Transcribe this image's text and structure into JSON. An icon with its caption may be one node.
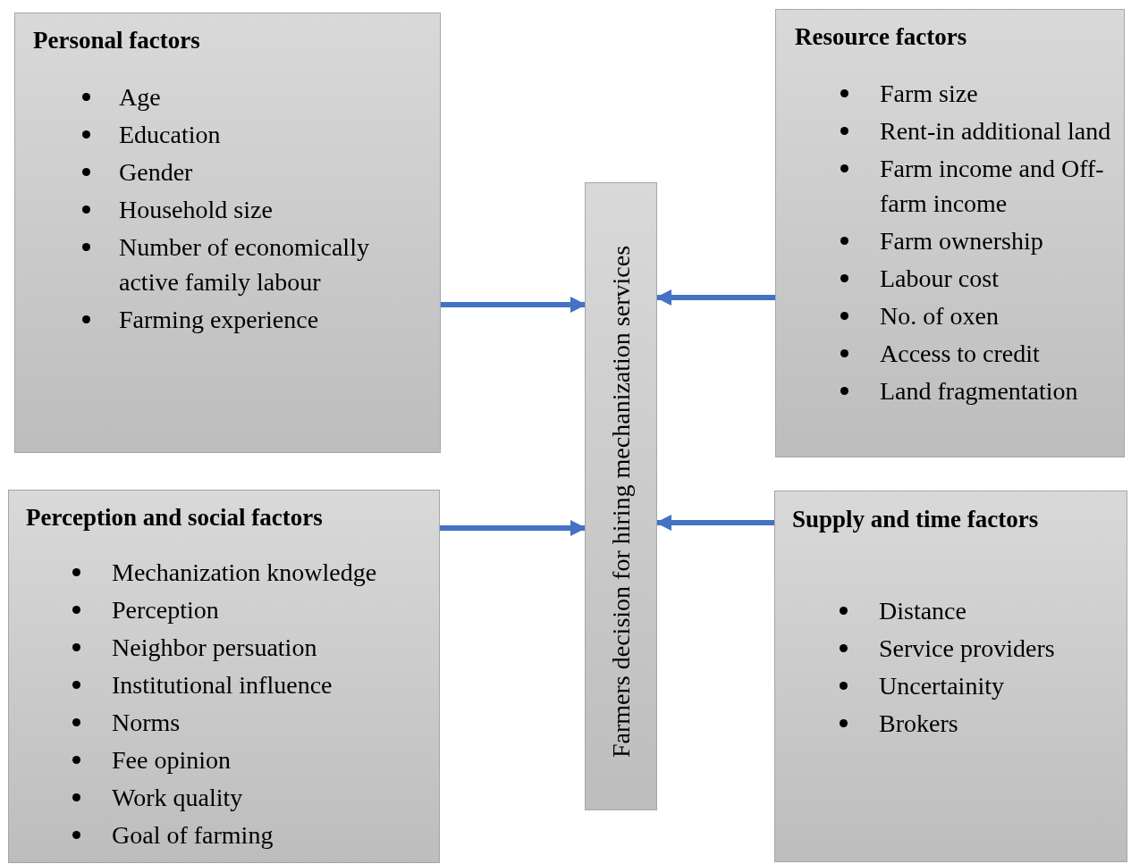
{
  "diagram": {
    "nodes": [
      {
        "text": [
          "Personal factors",
          "Age",
          "Education",
          "Gender",
          "Household size",
          "Number of economically active family labour",
          "Farming experience"
        ]
      },
      {
        "text": [
          "Resource factors",
          "Farm size",
          "Rent-in additional land",
          "Farm income and Off-farm income",
          "Farm ownership",
          "Labour cost",
          "No. of oxen",
          "Access to credit",
          "Land fragmentation"
        ]
      },
      {
        "text": [
          "Farmers decision for hiring mechanization services"
        ]
      },
      {
        "text": [
          "Perception and social factors",
          "Mechanization knowledge",
          "Perception",
          "Neighbor persuation",
          "Institutional influence",
          "Norms",
          "Fee opinion",
          "Work quality",
          "Goal of farming"
        ]
      },
      {
        "text": [
          "Supply and time factors",
          "Distance",
          "Service providers",
          "Uncertainity",
          "Brokers"
        ]
      }
    ],
    "edges": [
      {
        "from": 0,
        "to": 2,
        "arrow": "to",
        "color": "#4472c4"
      },
      {
        "from": 1,
        "to": 2,
        "arrow": "to",
        "color": "#4472c4"
      },
      {
        "from": 3,
        "to": 2,
        "arrow": "to",
        "color": "#4472c4"
      },
      {
        "from": 4,
        "to": 2,
        "arrow": "to",
        "color": "#4472c4"
      }
    ]
  }
}
